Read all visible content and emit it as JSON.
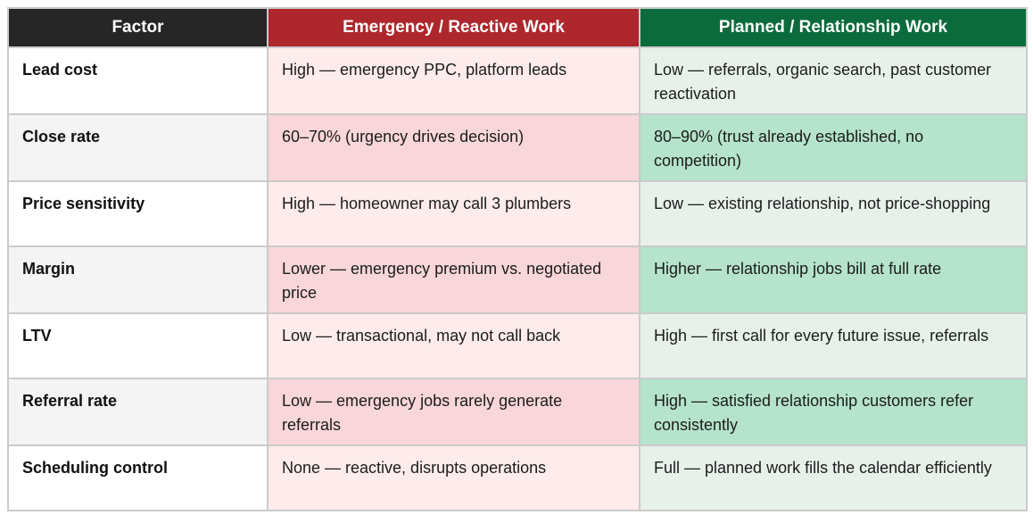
{
  "table": {
    "columns": [
      {
        "label": "Factor",
        "header_bg": "#262626"
      },
      {
        "label": "Emergency / Reactive Work",
        "header_bg": "#ae272c"
      },
      {
        "label": "Planned / Relationship Work",
        "header_bg": "#0b6b3c"
      }
    ],
    "rows": [
      {
        "factor": "Lead cost",
        "emergency": "High — emergency PPC, platform leads",
        "planned": "Low — referrals, organic search, past customer reactivation"
      },
      {
        "factor": "Close rate",
        "emergency": "60–70% (urgency drives decision)",
        "planned": "80–90% (trust already established, no competition)"
      },
      {
        "factor": "Price sensitivity",
        "emergency": "High — homeowner may call 3 plumbers",
        "planned": "Low — existing relationship, not price-shopping"
      },
      {
        "factor": "Margin",
        "emergency": "Lower — emergency premium vs. negotiated price",
        "planned": "Higher — relationship jobs bill at full rate"
      },
      {
        "factor": "LTV",
        "emergency": "Low — transactional, may not call back",
        "planned": "High — first call for every future issue, referrals"
      },
      {
        "factor": "Referral rate",
        "emergency": "Low — emergency jobs rarely generate referrals",
        "planned": "High — satisfied relationship customers refer consistently"
      },
      {
        "factor": "Scheduling control",
        "emergency": "None — reactive, disrupts operations",
        "planned": "Full — planned work fills the calendar efficiently"
      }
    ],
    "colors": {
      "header_text": "#ffffff",
      "header_factor_bg": "#262626",
      "header_emergency_bg": "#ae272c",
      "header_planned_bg": "#0b6b3c",
      "factor_odd_bg": "#ffffff",
      "factor_even_bg": "#f4f4f4",
      "emergency_odd_bg": "#fdeceb",
      "emergency_even_bg": "#f8d6d9",
      "planned_odd_bg": "#e7f1ea",
      "planned_even_bg": "#b5e3cb",
      "grid_line": "#cbcbcb",
      "body_text": "#1c1c1c"
    }
  }
}
